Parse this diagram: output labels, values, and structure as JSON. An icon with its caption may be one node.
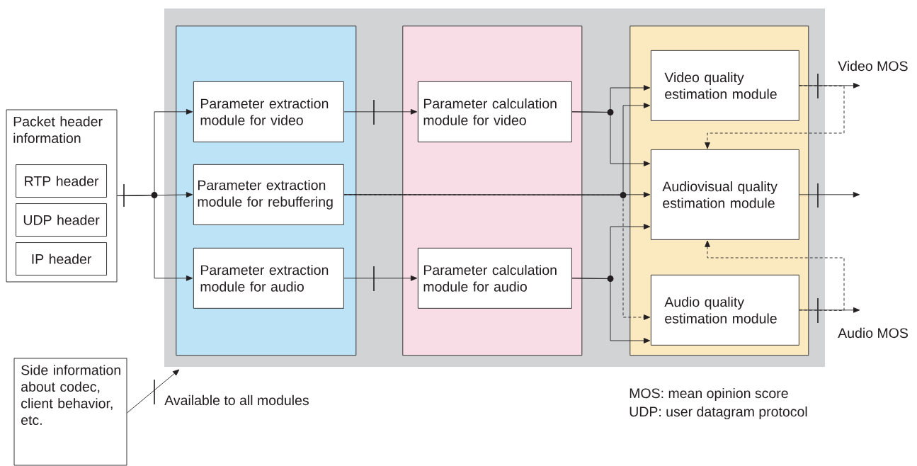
{
  "diagram": {
    "nodes": [
      {
        "text": [],
        "shape": "box"
      },
      {
        "text": [
          "Packet header information"
        ]
      },
      {
        "text": [
          "RTP header"
        ],
        "in": 1
      },
      {
        "text": [
          "UDP header"
        ],
        "in": 1
      },
      {
        "text": [
          "IP header"
        ],
        "in": 1
      },
      {
        "text": [],
        "shape": "box",
        "in": 0
      },
      {
        "text": [],
        "shape": "box",
        "in": 0
      },
      {
        "text": [],
        "shape": "box",
        "in": 0
      },
      {
        "text": [
          "Parameter extraction module for video"
        ],
        "in": 5
      },
      {
        "text": [
          "Parameter extraction module for rebuffering"
        ],
        "in": 5
      },
      {
        "text": [
          "Parameter extraction module for audio"
        ],
        "in": 5
      },
      {
        "text": [
          "Parameter calculation module for  video"
        ],
        "in": 6
      },
      {
        "text": [
          "Parameter calculation module for audio"
        ],
        "in": 6
      },
      {
        "text": [
          "Video quality estimation module"
        ],
        "in": 7
      },
      {
        "text": [
          "Audiovisual quality estimation module"
        ],
        "in": 7
      },
      {
        "text": [
          "Audio quality estimation module"
        ],
        "in": 7
      },
      {
        "text": [
          "Video MOS"
        ]
      },
      {
        "text": [
          "Audio MOS"
        ]
      },
      {
        "text": [
          "Side information about codec, client behavior, etc."
        ]
      }
    ],
    "edges": [
      {
        "from": 1,
        "to": 8,
        "arrow": "to"
      },
      {
        "from": 1,
        "to": 9,
        "arrow": "to"
      },
      {
        "from": 1,
        "to": 10,
        "arrow": "to"
      },
      {
        "from": 8,
        "to": 11,
        "arrow": "to"
      },
      {
        "from": 10,
        "to": 12,
        "arrow": "to"
      },
      {
        "from": 9,
        "to": 14,
        "arrow": "to"
      },
      {
        "from": 11,
        "to": 13,
        "arrow": "to"
      },
      {
        "from": 11,
        "to": 14,
        "arrow": "to"
      },
      {
        "from": 9,
        "to": 13,
        "arrow": "to"
      },
      {
        "from": 9,
        "to": 15,
        "arrow": "to",
        "style": "dashed"
      },
      {
        "from": 12,
        "to": 14,
        "arrow": "to"
      },
      {
        "from": 12,
        "to": 15,
        "arrow": "to"
      },
      {
        "from": 13,
        "to": 16,
        "arrow": "to"
      },
      {
        "from": 14,
        "to": null,
        "arrow": "to"
      },
      {
        "from": 15,
        "to": 17,
        "arrow": "to"
      },
      {
        "from": 13,
        "to": 14,
        "arrow": "to",
        "style": "dashed"
      },
      {
        "from": 15,
        "to": 14,
        "arrow": "to",
        "style": "dashed"
      },
      {
        "from": 18,
        "to": 0,
        "arrow": "to"
      }
    ],
    "labels": [
      "Available to all modules",
      "MOS: mean opinion score",
      "UDP: user datagram protocol"
    ]
  }
}
